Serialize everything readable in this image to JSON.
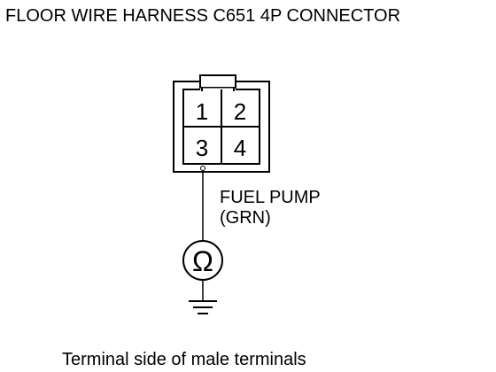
{
  "title": "FLOOR WIRE HARNESS C651 4P CONNECTOR",
  "connector": {
    "pins": [
      "1",
      "2",
      "3",
      "4"
    ]
  },
  "circuit": {
    "name": "FUEL PUMP",
    "wire_color": "(GRN)",
    "meter_symbol": "Ω",
    "meter_icon": "ohmmeter-icon",
    "ground_icon": "ground-icon"
  },
  "caption": "Terminal side of male terminals"
}
